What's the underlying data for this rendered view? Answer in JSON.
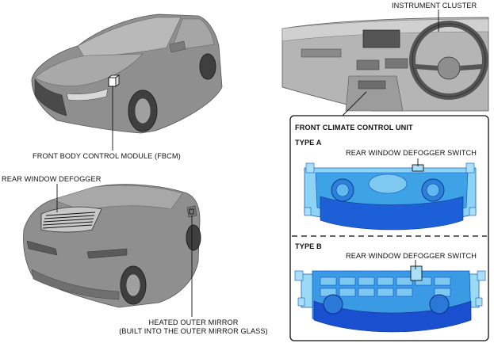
{
  "labels": {
    "fbcm": "FRONT BODY CONTROL MODULE (FBCM)",
    "rear_defogger": "REAR WINDOW DEFOGGER",
    "heated_mirror_line1": "HEATED OUTER MIRROR",
    "heated_mirror_line2": "(BUILT INTO THE OUTER MIRROR GLASS)",
    "instrument_cluster": "INSTRUMENT CLUSTER",
    "climate_unit_title": "FRONT CLIMATE CONTROL UNIT",
    "type_a": "TYPE A",
    "type_b": "TYPE B",
    "switch_a": "REAR WINDOW DEFOGGER SWITCH",
    "switch_b": "REAR WINDOW DEFOGGER SWITCH"
  },
  "colors": {
    "vehicle_gray": "#9a9a9a",
    "panel_gray": "#bdbdbd",
    "climate_blue": "#3aa0e8",
    "climate_blue_dark": "#1550c8",
    "climate_blue_light": "#7fd0f5"
  }
}
